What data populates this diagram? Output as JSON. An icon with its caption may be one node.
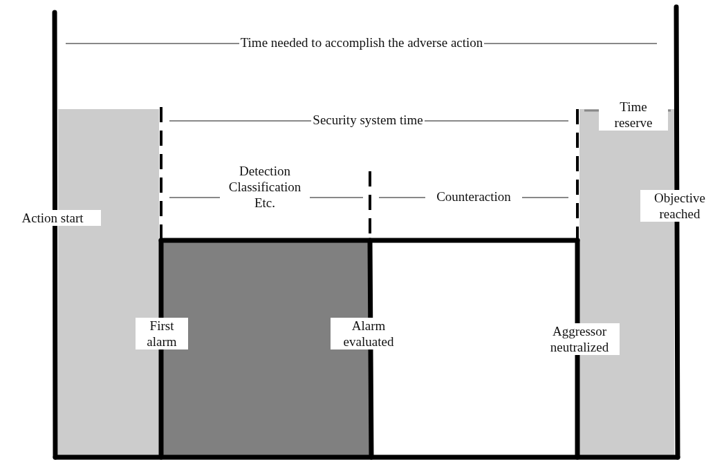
{
  "diagram": {
    "labels": [
      "Time needed to accomplish the adverse action",
      "Security system time",
      "Time reserve",
      "Detection Classification Etc.",
      "Counteraction",
      "Action start",
      "Objective reached",
      "First alarm",
      "Alarm evaluated",
      "Aggressor neutralized"
    ]
  }
}
